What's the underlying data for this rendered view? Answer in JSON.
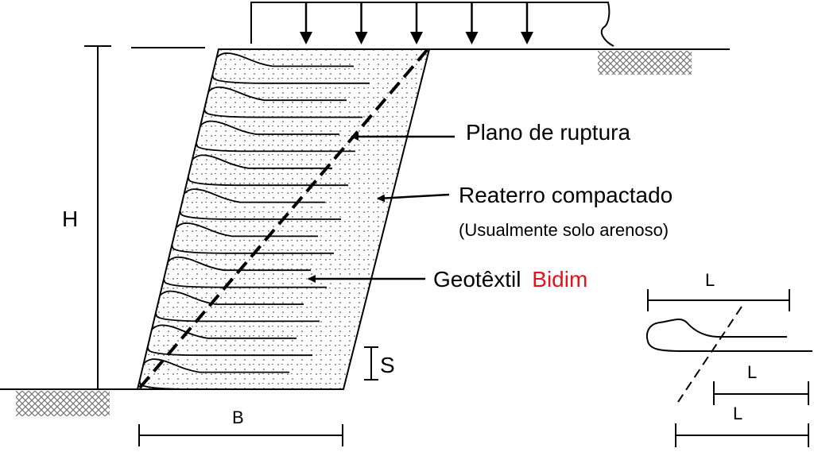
{
  "labels": {
    "height": "H",
    "base": "B",
    "spacing": "S",
    "plane": "Plano de ruptura",
    "backfill": "Reaterro compactado",
    "backfill_note": "(Usualmente solo arenoso)",
    "geotextile_prefix": "Geotêxtil",
    "geotextile_brand": "Bidim",
    "detail_length_top": "L",
    "detail_length_mid": "L",
    "detail_length_bottom": "L"
  },
  "colors": {
    "line": "#000000",
    "brand": "#e0141b",
    "fill_dots": "#555555",
    "ground_hatch": "#7a7a7a"
  },
  "layers": {
    "count": 10
  },
  "loads": {
    "arrow_count": 5
  }
}
